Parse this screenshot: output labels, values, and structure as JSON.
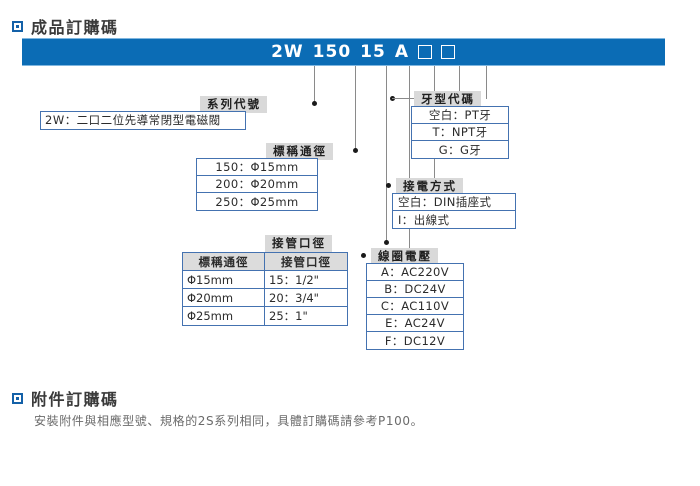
{
  "sections": {
    "product": {
      "bullet_icon": "square-bullet-icon",
      "title": "成品訂購碼",
      "code_bar": {
        "segments": [
          "2W",
          "150",
          "15",
          "A"
        ],
        "empty_boxes": 2,
        "full_code": "2W 150 15 A □ □",
        "bar_color": "#0b6cb5"
      }
    },
    "accessory": {
      "bullet_icon": "square-bullet-icon",
      "title": "附件訂購碼",
      "note": "安裝附件與相應型號、規格的2S系列相同，具體訂購碼請參考P100。"
    }
  },
  "callouts": {
    "series_code": {
      "label": "系列代號",
      "value": "2W：二口二位先導常閉型電磁閥"
    },
    "nominal_diameter": {
      "label": "標稱通徑",
      "options": [
        "150：Φ15mm",
        "200：Φ20mm",
        "250：Φ25mm"
      ]
    },
    "pipe_bore": {
      "label": "接管口徑",
      "headers": [
        "標稱通徑",
        "接管口徑"
      ],
      "rows": [
        [
          "Φ15mm",
          "15：1/2\""
        ],
        [
          "Φ20mm",
          "20：3/4\""
        ],
        [
          "Φ25mm",
          "25：1\""
        ]
      ]
    },
    "thread_code": {
      "label": "牙型代碼",
      "options": [
        "空白：PT牙",
        "T：NPT牙",
        "G：G牙"
      ]
    },
    "wiring_method": {
      "label": "接電方式",
      "options": [
        "空白：DIN插座式",
        "I：出線式"
      ]
    },
    "coil_voltage": {
      "label": "線圈電壓",
      "options": [
        "A：AC220V",
        "B：DC24V",
        "C：AC110V",
        "E：AC24V",
        "F：DC12V"
      ]
    }
  }
}
